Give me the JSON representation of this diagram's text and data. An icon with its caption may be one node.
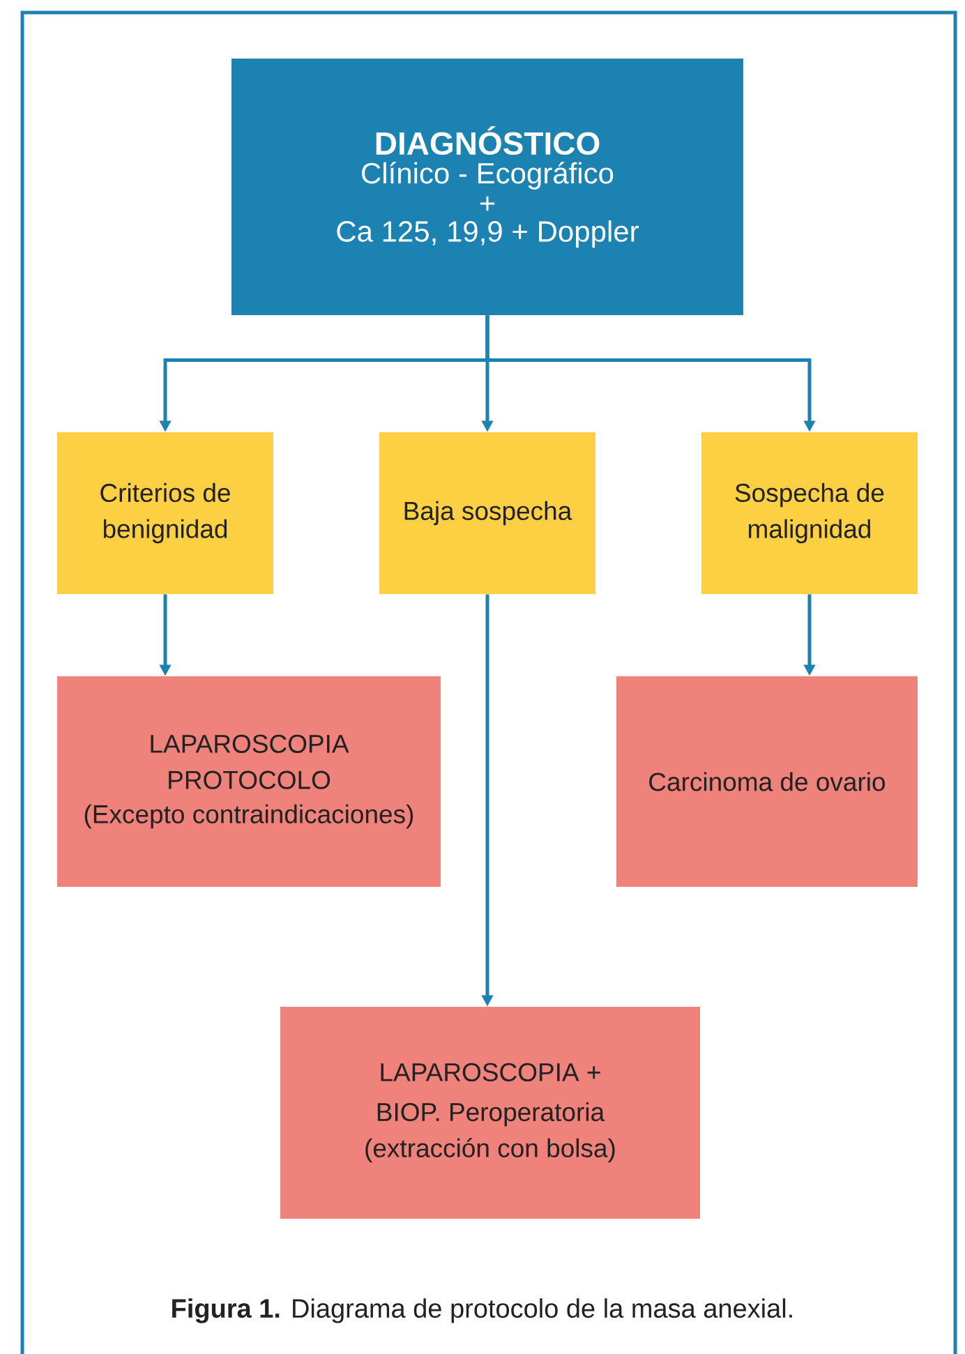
{
  "diagram": {
    "caption": "**Figura 1.** Diagrama de protocolo de la masa anexial.",
    "nodes": [
      {
        "text": [
          "DIAGNÓSTICO",
          "Clínico - Ecográfico",
          "+",
          "Ca 125, 19,9 + Doppler"
        ]
      },
      {
        "text": [
          "Criterios de benignidad"
        ]
      },
      {
        "text": [
          "Baja sospecha"
        ]
      },
      {
        "text": [
          "Sospecha de malignidad"
        ]
      },
      {
        "text": [
          "LAPAROSCOPIA PROTOCOLO",
          "(Excepto contraindicaciones)"
        ]
      },
      {
        "text": [
          "Carcinoma de ovario"
        ]
      },
      {
        "text": [
          "LAPAROSCOPIA +",
          "BIOP. Peroperatoria (extracción con bolsa)"
        ]
      }
    ],
    "edges": [
      {
        "from": 0,
        "to": 1,
        "arrow": "to"
      },
      {
        "from": 0,
        "to": 2,
        "arrow": "to"
      },
      {
        "from": 0,
        "to": 3,
        "arrow": "to"
      },
      {
        "from": 1,
        "to": 4,
        "arrow": "to"
      },
      {
        "from": 3,
        "to": 5,
        "arrow": "to"
      },
      {
        "from": 2,
        "to": 6,
        "arrow": "to"
      }
    ]
  }
}
